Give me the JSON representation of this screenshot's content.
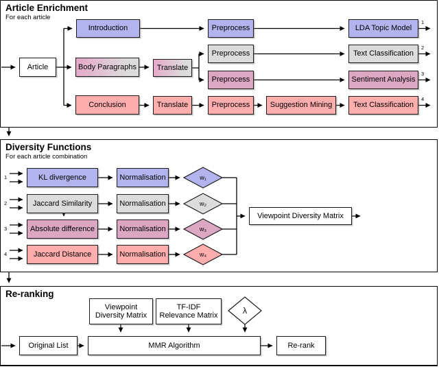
{
  "palette": {
    "intro_purple": "#b3b3ee",
    "body_gray": "#dcdcdc",
    "sentiment_mauve": "#dba7c2",
    "conclusion_pink": "#ffadad",
    "box_border": "#1a1a1a",
    "background": "#ffffff"
  },
  "section1": {
    "title": "Article Enrichment",
    "subtitle": "For each article",
    "article": "Article",
    "introduction": "Introduction",
    "body_paragraphs": "Body Paragraphs",
    "conclusion": "Conclusion",
    "translate_body": "Translate",
    "translate_conclusion": "Translate",
    "preprocess_1": "Preprocess",
    "preprocess_2": "Preprocess",
    "preprocess_3": "Preprocess",
    "preprocess_4": "Preprocess",
    "lda_topic_model": "LDA Topic Model",
    "text_classification_body": "Text Classification",
    "sentiment_analysis": "Sentiment Analysis",
    "suggestion_mining": "Suggestion Mining",
    "text_classification_conclusion": "Text Classification",
    "outputs": [
      "1",
      "2",
      "3",
      "4"
    ]
  },
  "section2": {
    "title": "Diversity Functions",
    "subtitle": "For each article combination",
    "rows": [
      {
        "num": "1",
        "func": "KL divergence",
        "norm": "Normalisation",
        "weight": "w₁"
      },
      {
        "num": "2",
        "func": "Jaccard Similarity",
        "norm": "Normalisation",
        "weight": "w₂"
      },
      {
        "num": "3",
        "func": "Absolute difference",
        "norm": "Normalisation",
        "weight": "w₃"
      },
      {
        "num": "4",
        "func": "Jaccard Distance",
        "norm": "Normalisation",
        "weight": "w₄"
      }
    ],
    "matrix": "Viewpoint Diversity Matrix"
  },
  "section3": {
    "title": "Re-ranking",
    "viewpoint_matrix_line1": "Viewpoint",
    "viewpoint_matrix_line2": "Diversity Matrix",
    "tfidf_line1": "TF-IDF",
    "tfidf_line2": "Relevance Matrix",
    "lambda_label": "λ",
    "original_list": "Original List",
    "mmr_algorithm": "MMR Algorithm",
    "rerank": "Re-rank"
  }
}
